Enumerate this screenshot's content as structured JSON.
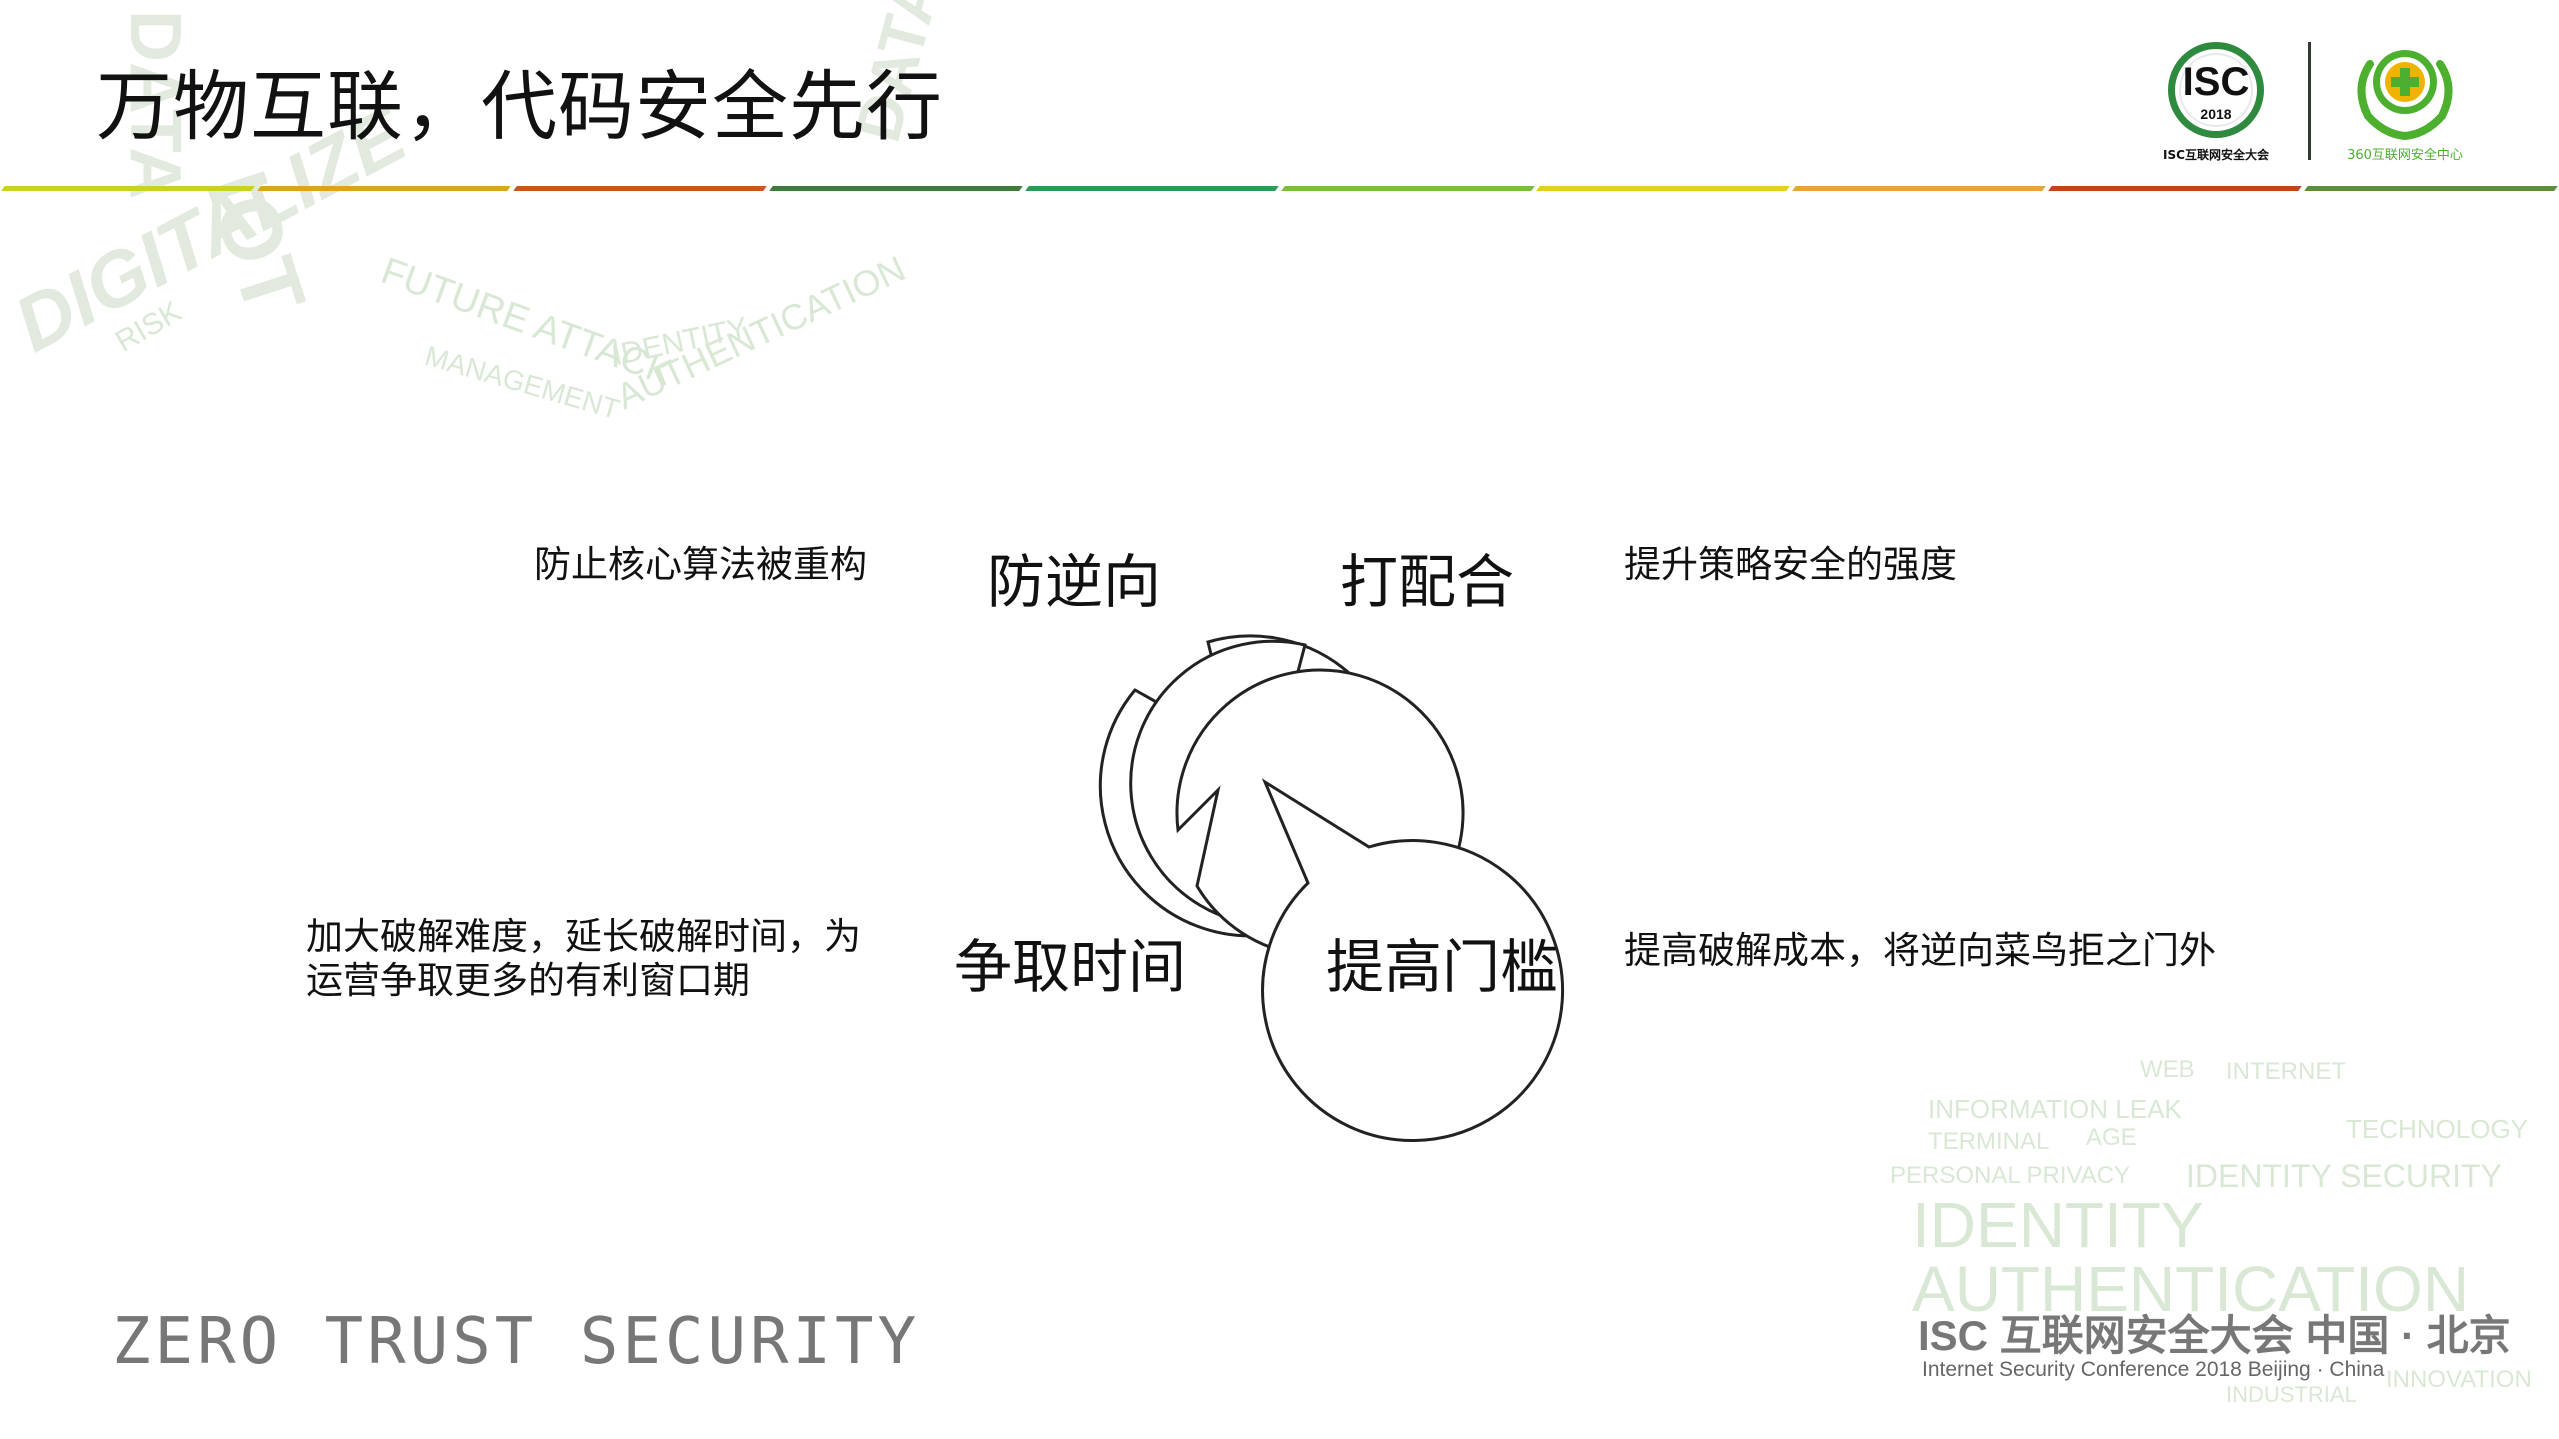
{
  "slide": {
    "title": "万物互联，代码安全先行"
  },
  "logos": {
    "isc": {
      "main": "ISC",
      "year": "2018",
      "caption": "ISC互联网安全大会",
      "ring_color": "#2e8a3e"
    },
    "security_center": {
      "caption": "360互联网安全中心",
      "color": "#4caf2e",
      "accent": "#f0b400"
    }
  },
  "stripe_colors": [
    "#c9d21f",
    "#d9a51a",
    "#c9561e",
    "#3f7b3a",
    "#2e9a57",
    "#7bbd3e",
    "#e2d11c",
    "#e3a43a",
    "#c2441e",
    "#5d8e3b"
  ],
  "bubbles": [
    {
      "label": "防逆向",
      "description": "防止核心算法被重构"
    },
    {
      "label": "打配合",
      "description": "提升策略安全的强度"
    },
    {
      "label": "争取时间",
      "description_line1": "加大破解难度，延长破解时间，为",
      "description_line2": "运营争取更多的有利窗口期"
    },
    {
      "label": "提高门槛",
      "description": "提高破解成本，将逆向菜鸟拒之门外"
    }
  ],
  "watermark_words": {
    "top_left": [
      "DATA",
      "IOT",
      "DIGITALIZE",
      "FUTURE ATTACK",
      "IDENTITY",
      "AUTHENTICATION",
      "MANAGEMENT",
      "RISK",
      "DATA"
    ],
    "bottom_right": [
      "WEB",
      "INTERNET",
      "INFORMATION LEAK",
      "TERMINAL",
      "AGE",
      "TECHNOLOGY",
      "PERSONAL PRIVACY",
      "IDENTITY SECURITY",
      "IDENTITY",
      "AUTHENTICATION",
      "INDUSTRIAL",
      "INNOVATION"
    ]
  },
  "footer": {
    "left": "ZERO TRUST SECURITY",
    "right_title": "ISC 互联网安全大会 中国 · 北京",
    "right_subtitle": "Internet Security Conference 2018  Beijing · China"
  }
}
